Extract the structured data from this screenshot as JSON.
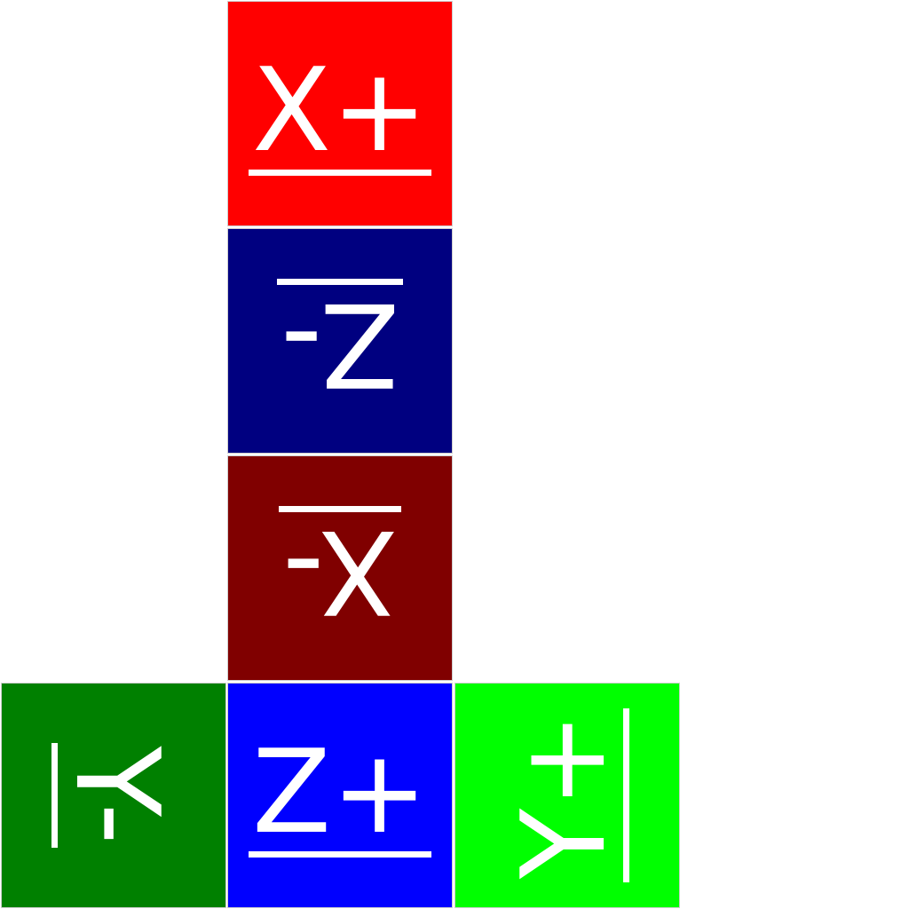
{
  "faces": {
    "x_pos": {
      "label": "X+",
      "color": "#ff0000"
    },
    "z_neg": {
      "label": "Z-",
      "color": "#000080"
    },
    "x_neg": {
      "label": "X-",
      "color": "#800000"
    },
    "y_neg": {
      "label": "Y-",
      "color": "#008000"
    },
    "z_pos": {
      "label": "Z+",
      "color": "#0000ff"
    },
    "y_pos": {
      "label": "Y+",
      "color": "#00ff00"
    }
  }
}
